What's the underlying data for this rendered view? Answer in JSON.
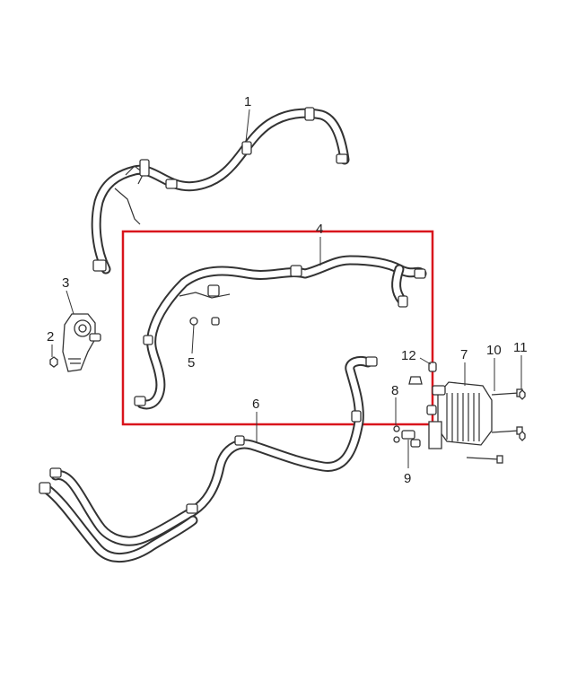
{
  "callouts": {
    "c1": "1",
    "c2": "2",
    "c3": "3",
    "c4": "4",
    "c5": "5",
    "c6": "6",
    "c7": "7",
    "c8": "8",
    "c9": "9",
    "c10": "10",
    "c11": "11",
    "c12": "12"
  },
  "colors": {
    "highlight_box": "#d9141c",
    "line": "#333333",
    "background": "#ffffff"
  },
  "icons": {
    "pump": "water-pump-icon",
    "cooler": "oil-cooler-icon",
    "bolt": "bolt-icon",
    "nut": "nut-icon"
  }
}
